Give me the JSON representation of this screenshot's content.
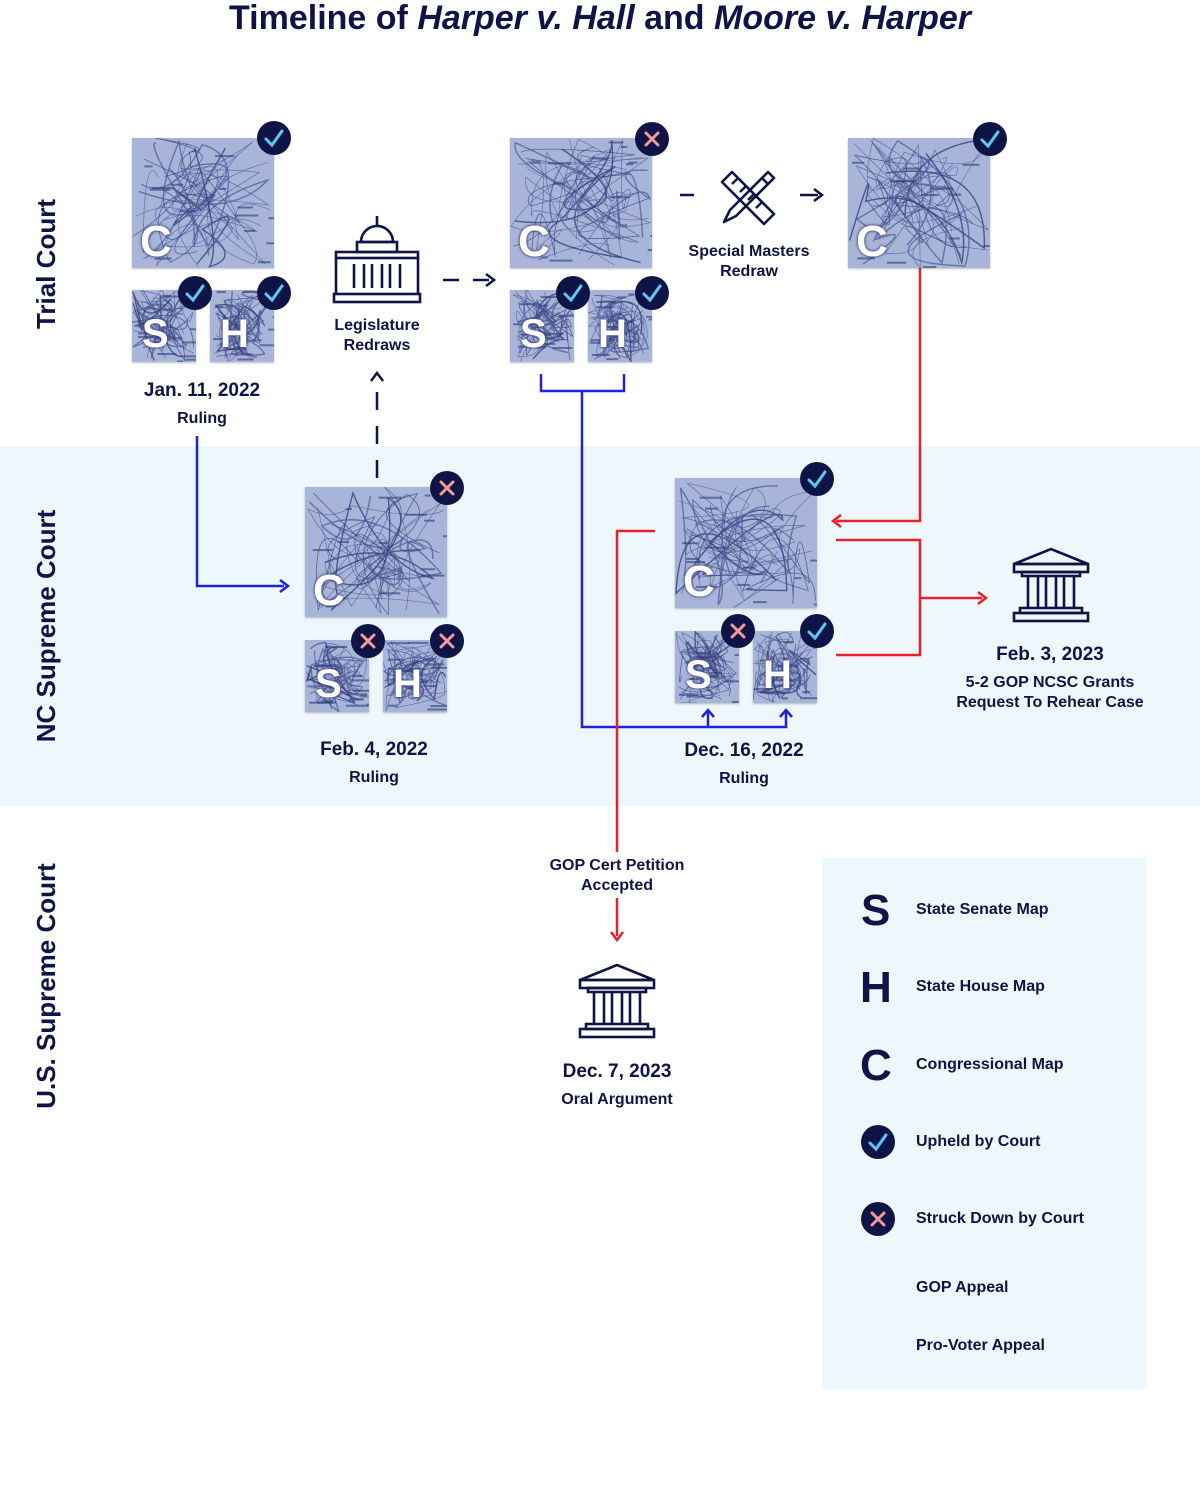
{
  "title": {
    "prefix": "Timeline of ",
    "case1": "Harper v. Hall",
    "and": " and ",
    "case2": "Moore v. Harper"
  },
  "rows": {
    "trial": "Trial Court",
    "ncsc": "NC Supreme Court",
    "scotus": "U.S. Supreme Court"
  },
  "stages": {
    "jan": {
      "date": "Jan. 11, 2022",
      "sub": "Ruling"
    },
    "legislature": {
      "label_line1": "Legislature",
      "label_line2": "Redraws"
    },
    "special": {
      "label_line1": "Special Masters",
      "label_line2": "Redraw"
    },
    "feb4": {
      "date": "Feb. 4, 2022",
      "sub": "Ruling"
    },
    "dec16": {
      "date": "Dec. 16, 2022",
      "sub": "Ruling"
    },
    "feb3": {
      "date": "Feb. 3, 2023",
      "sub_line1": "5-2 GOP NCSC Grants",
      "sub_line2": "Request To Rehear Case"
    },
    "cert": {
      "label_line1": "GOP Cert Petition",
      "label_line2": "Accepted"
    },
    "dec7": {
      "date": "Dec. 7, 2023",
      "sub": "Oral Argument"
    }
  },
  "map_letters": {
    "senate": "S",
    "house": "H",
    "congress": "C"
  },
  "legend": {
    "senate": {
      "symbol": "S",
      "text": "State Senate Map"
    },
    "house": {
      "symbol": "H",
      "text": "State House Map"
    },
    "congress": {
      "symbol": "C",
      "text": "Congressional Map"
    },
    "upheld": {
      "text": "Upheld by Court"
    },
    "struck": {
      "text": "Struck Down by Court"
    },
    "gop": {
      "text": "GOP Appeal"
    },
    "voter": {
      "text": "Pro-Voter Appeal"
    }
  },
  "colors": {
    "navy": "#0f1446",
    "gop_red": "#e8202a",
    "voter_blue": "#1f22d6",
    "check_cyan": "#5ec8f0",
    "x_pink": "#f29a9a",
    "band": "#eef7fc"
  },
  "icons": {
    "upheld": "checkmark-icon",
    "struck": "x-mark-icon",
    "capitol": "capitol-building-icon",
    "court": "courthouse-icon",
    "tools": "pencil-ruler-icon"
  }
}
